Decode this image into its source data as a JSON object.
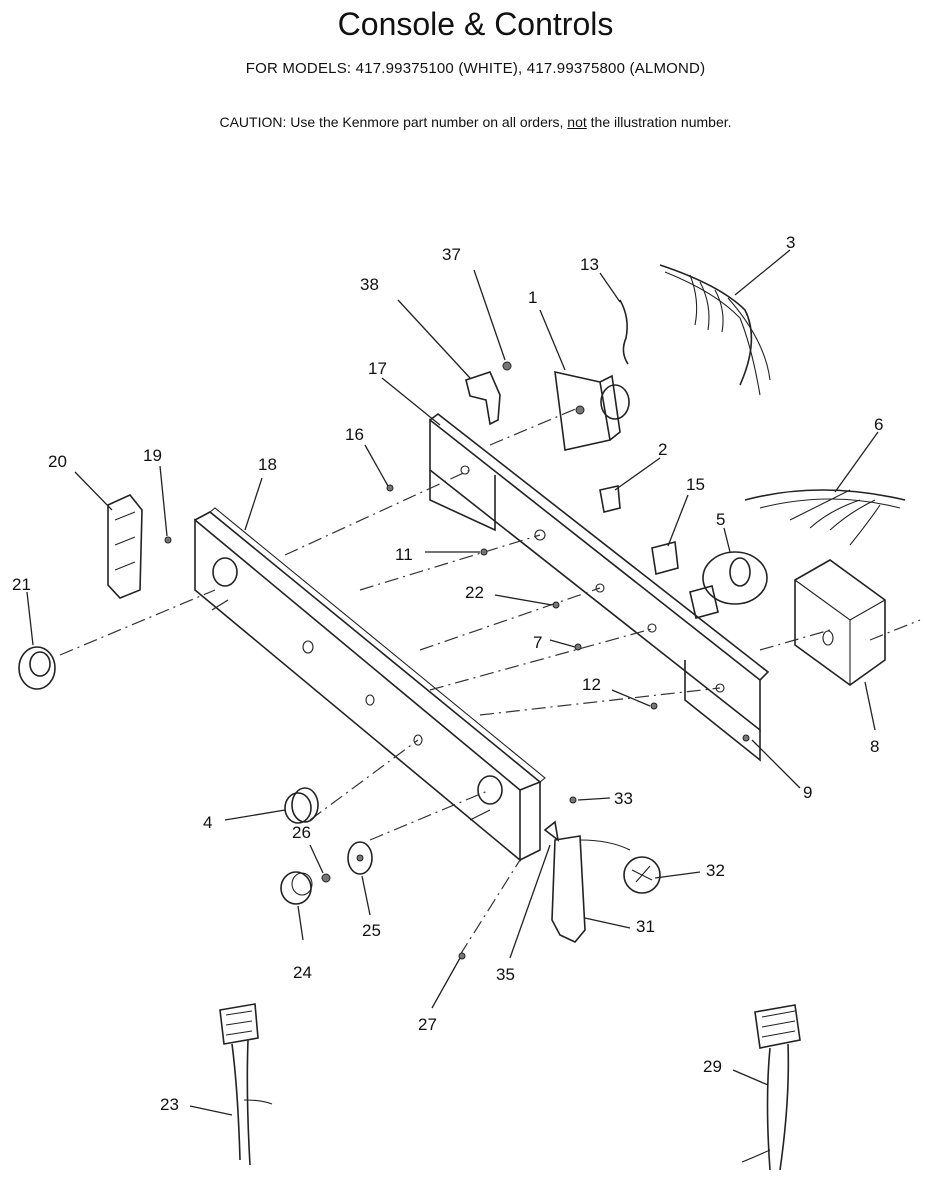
{
  "header": {
    "title": "Console & Controls",
    "models": "FOR MODELS:  417.99375100 (WHITE), 417.99375800 (ALMOND)",
    "caution_prefix": "CAUTION:  Use the Kenmore part number on all orders, ",
    "caution_emph": "not",
    "caution_suffix": " the illustration number."
  },
  "labels": {
    "l1": "1",
    "l2": "2",
    "l3": "3",
    "l4": "4",
    "l5": "5",
    "l6": "6",
    "l7": "7",
    "l8": "8",
    "l9": "9",
    "l11": "11",
    "l12": "12",
    "l13": "13",
    "l15": "15",
    "l16": "16",
    "l17": "17",
    "l18": "18",
    "l19": "19",
    "l20": "20",
    "l21": "21",
    "l22": "22",
    "l23": "23",
    "l24": "24",
    "l25": "25",
    "l26": "26",
    "l27": "27",
    "l29": "29",
    "l31": "31",
    "l32": "32",
    "l33": "33",
    "l35": "35",
    "l37": "37",
    "l38": "38"
  }
}
